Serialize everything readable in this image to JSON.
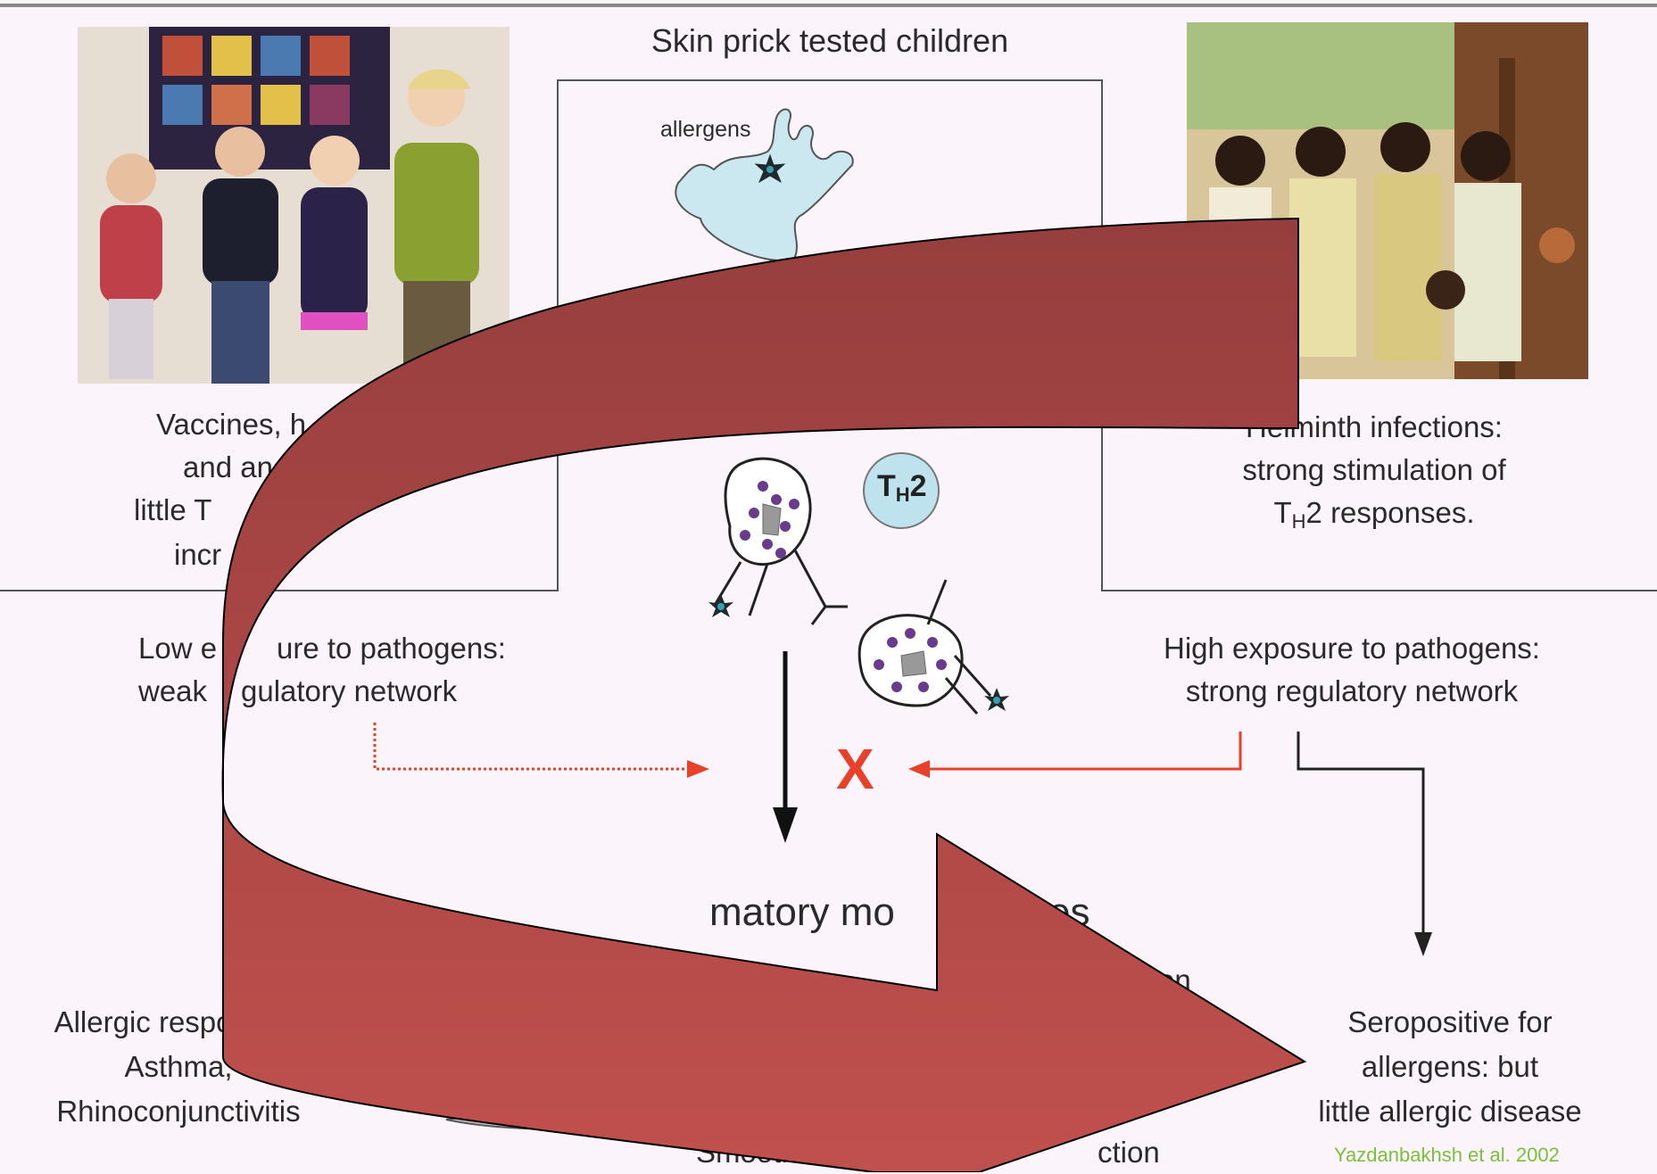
{
  "header_title": "Skin prick tested children",
  "left_photo_caption": [
    "Vaccines, h",
    "and an",
    "little T",
    "incr"
  ],
  "right_photo_caption": [
    "Helminth infections:",
    "strong stimulation of",
    "T",
    "H",
    "2 responses."
  ],
  "allergens_label": "allergens",
  "th2_label": {
    "main": "T",
    "sub": "H",
    "suffix": "2"
  },
  "low_exposure": [
    "Low e",
    "ure to pathogens:",
    "weak",
    "gulatory network"
  ],
  "high_exposure": [
    "High exposure to pathogens:",
    "strong regulatory network"
  ],
  "block_mark": "X",
  "mediators_text": [
    "matory mo",
    "es"
  ],
  "partial_text_right": "en",
  "allergic_responses": [
    "Allergic responses:",
    "Asthma,",
    "Rhinoconjunctivitis"
  ],
  "seropositive": [
    "Seropositive for",
    "allergens: but",
    "little allergic disease"
  ],
  "smooth_muscle": [
    "Smooth muscle",
    "ction"
  ],
  "credit": "Yazdanbakhsh  et al. 2002",
  "colors": {
    "background": "#fbf5fb",
    "arrow_top": "#9a3f3f",
    "arrow_bottom": "#c0504d",
    "red_accent": "#e8412a",
    "cell_fill": "#bfe3ee",
    "credit": "#7bbf3a"
  }
}
